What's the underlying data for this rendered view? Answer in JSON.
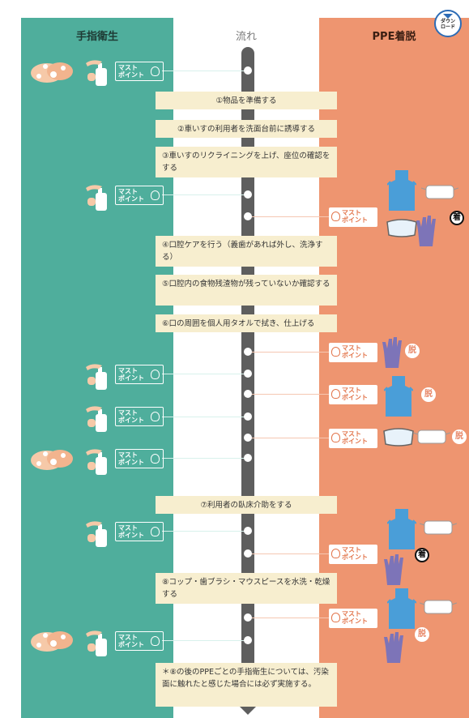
{
  "columns": {
    "left": "手指衛生",
    "middle": "流れ",
    "right": "PPE着脱"
  },
  "download": {
    "label_line1": "ダウン",
    "label_line2": "ロード"
  },
  "must_point": {
    "line1": "マスト",
    "line2": "ポイント"
  },
  "tags": {
    "don": "着",
    "doff": "脱"
  },
  "steps": [
    {
      "text": "①物品を準備する"
    },
    {
      "text": "②車いすの利用者を洗面台前に誘導する"
    },
    {
      "text": "③車いすのリクライニングを上げ、座位の確認をする"
    },
    {
      "text": "④口腔ケアを行う（義歯があれば外し、洗浄する）"
    },
    {
      "text": "⑤口腔内の食物残渣物が残っていないか確認する"
    },
    {
      "text": "⑥口の周囲を個人用タオルで拭き、仕上げる"
    },
    {
      "text": "⑦利用者の臥床介助をする"
    },
    {
      "text": "⑧コップ・歯ブラシ・マウスピースを水洗・乾燥する"
    }
  ],
  "note": "＊⑧の後のPPEごとの手指衛生については、汚染面に触れたと感じた場合には必ず実施する。",
  "colors": {
    "hand_hygiene_column": "#4fae9c",
    "flow_column": "#ffffff",
    "ppe_column": "#ee9570",
    "step_box": "#f7eecf",
    "spine": "#5e5e5e"
  },
  "icons": {
    "hand_wash": "hand-wash-icon",
    "sanitizer": "hand-sanitizer-icon",
    "apron": "apron-icon",
    "mask": "mask-icon",
    "goggles": "goggles-icon",
    "gloves": "gloves-icon",
    "bulb": "light-bulb-icon"
  }
}
